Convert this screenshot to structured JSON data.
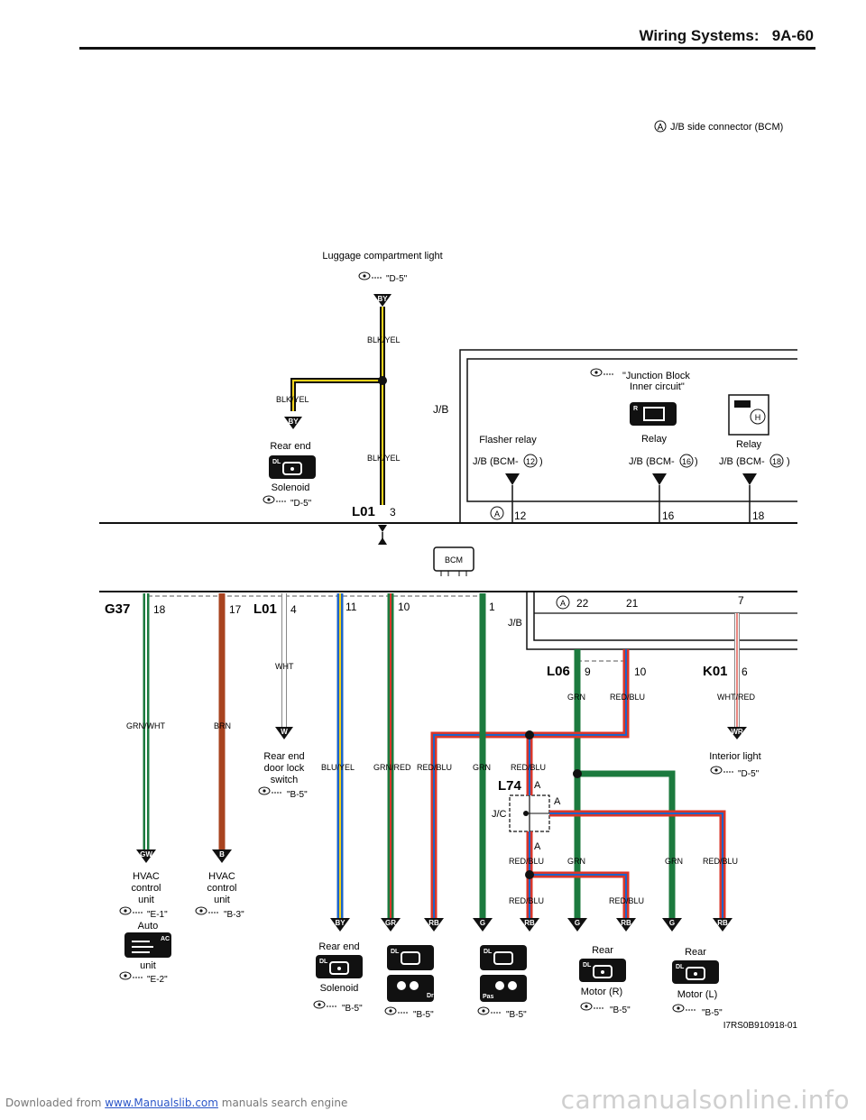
{
  "footer": {
    "prefix": "Downloaded from ",
    "link": "www.Manualslib.com",
    "suffix": " manuals search engine"
  },
  "header": {
    "title": "Wiring Systems:",
    "page": "9A-60"
  },
  "watermark": "carmanualsonline.info",
  "figure_id": "I7RS0B910918-01",
  "legend": {
    "marker": "A",
    "text": "J/B side connector (BCM)"
  },
  "top": {
    "luggage_light": "Luggage compartment light",
    "ref_luggage": "\"D-5\"",
    "wire_blk_yel": "BLK/YEL",
    "badge_by": "BY",
    "rear_end": "Rear end",
    "solenoid": "Solenoid",
    "ref_solenoid": "\"D-5\"",
    "conn_l01": "L01",
    "pin3": "3",
    "jb": "J/B",
    "junction_ref": "\"Junction Block",
    "junction_ref2": "Inner circuit\"",
    "flasher": "Flasher relay",
    "relay": "Relay",
    "jb_bcm": "J/B (BCM-",
    "num12": "12",
    "num16": "16",
    "num18": "18",
    "close": ")",
    "marker_a": "A"
  },
  "bcm": "BCM",
  "bottom": {
    "g37": "G37",
    "p18": "18",
    "p17": "17",
    "l01": "L01",
    "p4": "4",
    "p11": "11",
    "p10": "10",
    "p1": "1",
    "p22": "22",
    "p21": "21",
    "p7": "7",
    "jb": "J/B",
    "l06": "L06",
    "p9": "9",
    "p10b": "10",
    "k01": "K01",
    "p6": "6",
    "w_wht": "WHT",
    "w_grnwht": "GRN/WHT",
    "w_brn": "BRN",
    "w_bluyel": "BLU/YEL",
    "w_grnred": "GRN/RED",
    "w_redblu": "RED/BLU",
    "w_grn": "GRN",
    "w_whtred": "WHT/RED",
    "rear_door_lock": "Rear end",
    "rear_door_lock2": "door lock",
    "rear_door_lock3": "switch",
    "ref_b5": "\"B-5\"",
    "interior_light": "Interior light",
    "ref_d5": "\"D-5\"",
    "l74": "L74",
    "jc": "J/C",
    "a": "A",
    "hvac1": "HVAC",
    "hvac2": "control",
    "hvac3": "unit",
    "ref_e1": "\"E-1\"",
    "ref_b3": "\"B-3\"",
    "auto": "Auto",
    "unit": "unit",
    "ref_e2": "\"E-2\"",
    "rear": "Rear",
    "rear_end": "Rear end",
    "solenoid": "Solenoid",
    "motor_r": "Motor (R)",
    "motor_l": "Motor (L)",
    "b_gw": "GW",
    "b_b": "B",
    "b_w": "W",
    "b_wr": "WR",
    "b_by": "BY",
    "b_gr": "GR",
    "b_rb": "RB",
    "b_g": "G",
    "dl": "DL",
    "ac": "AC",
    "dr": "Dr",
    "pas": "Pas",
    "h": "H",
    "r": "R"
  },
  "colors": {
    "green": "#1c7a3e",
    "brown": "#a8431f",
    "blue": "#1e64c8",
    "red": "#d8362a",
    "yellow": "#f1d21a",
    "black": "#111111"
  }
}
